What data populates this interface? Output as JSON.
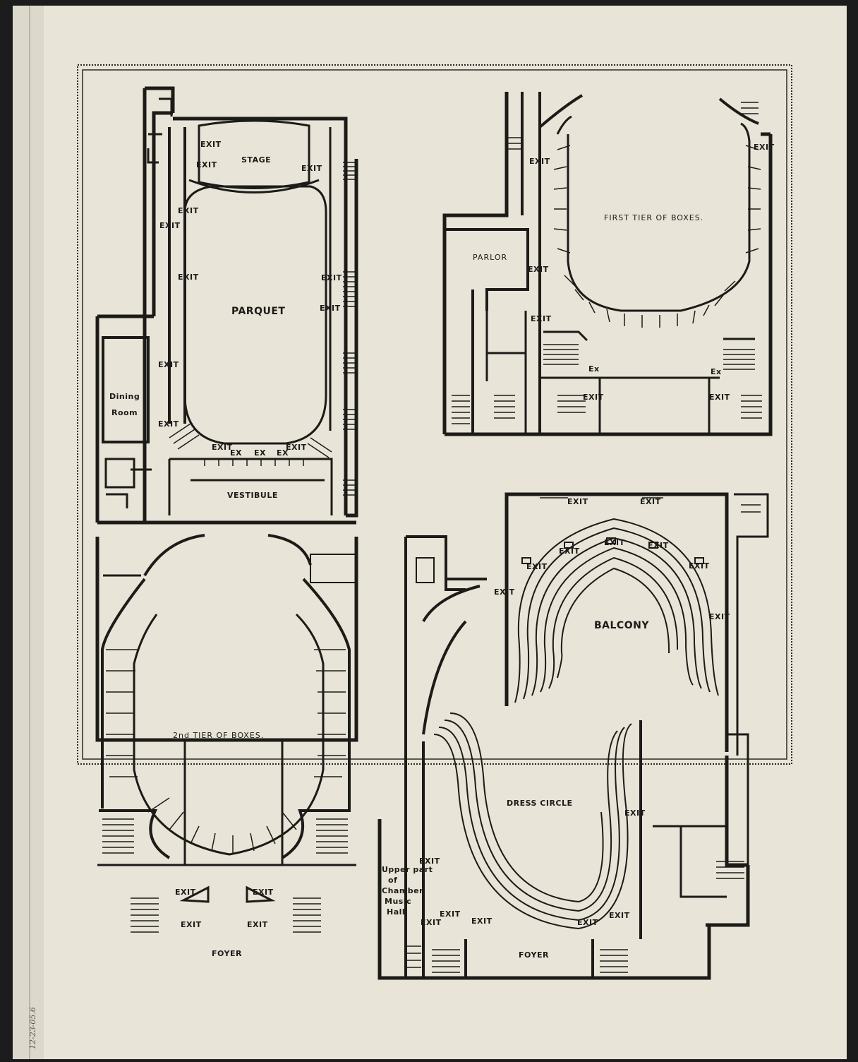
{
  "plans": {
    "parquet": {
      "stage": "STAGE",
      "parquet": "PARQUET",
      "dining": "Dining",
      "room": "Room",
      "vestibule": "VESTIBULE",
      "exit": "EXIT",
      "ex": "EX"
    },
    "first_tier": {
      "title": "FIRST TIER OF BOXES.",
      "parlor": "PARLOR",
      "exit": "EXIT",
      "ex": "Ex"
    },
    "second_tier": {
      "title": "2nd TIER OF BOXES.",
      "foyer": "FOYER",
      "exit": "EXIT"
    },
    "balcony": {
      "balcony": "BALCONY",
      "dress_circle": "DRESS CIRCLE",
      "foyer": "FOYER",
      "exit": "EXIT",
      "upper_1": "Upper part",
      "upper_2": "of",
      "upper_3": "Chamber",
      "upper_4": "Music",
      "upper_5": "Hall"
    }
  },
  "margin_note": "12-23-05.6"
}
